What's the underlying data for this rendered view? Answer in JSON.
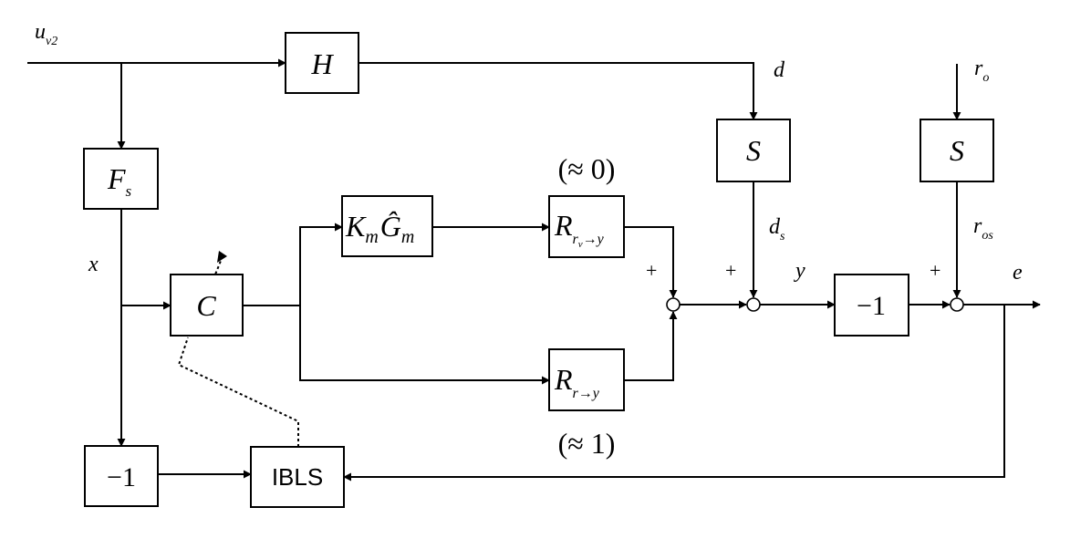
{
  "signals": {
    "input": {
      "main": "u",
      "sub": "v2"
    },
    "x": "x",
    "d": "d",
    "ds": {
      "main": "d",
      "sub": "s"
    },
    "y": "y",
    "ro": {
      "main": "r",
      "sub": "o"
    },
    "ros": {
      "main": "r",
      "sub": "os"
    },
    "e": "e"
  },
  "blocks": {
    "H": "H",
    "Fs": {
      "main": "F",
      "sub": "s"
    },
    "C": "C",
    "KmGm": {
      "k": "K",
      "ksub": "m",
      "g": "Ĝ",
      "gsub": "m"
    },
    "Rrv": {
      "main": "R",
      "sub": "r",
      "subsub": "v",
      "arrow": "→y"
    },
    "Rr": {
      "main": "R",
      "sub": "r→y"
    },
    "S_d": "S",
    "S_r": "S",
    "neg1_y": "−1",
    "neg1_x": "−1",
    "IBLS": "IBLS"
  },
  "annotations": {
    "approx0": "(≈ 0)",
    "approx1": "(≈ 1)"
  },
  "signs": {
    "sum1_top": "+",
    "sum2_left": "+",
    "sum3_left": "+"
  }
}
